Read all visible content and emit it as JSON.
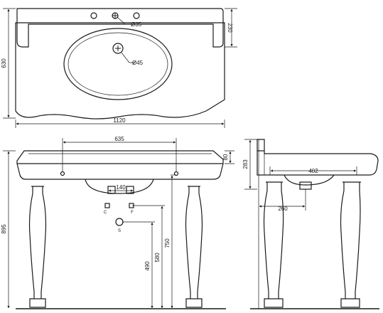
{
  "dims": {
    "top_width": "1120",
    "top_depth": "630",
    "back_height": "230",
    "tap_hole": "Ø35",
    "drain_hole": "Ø45",
    "front_span": "635",
    "rim_height": "80",
    "trap_width": "140",
    "overall_height": "895",
    "h_750": "750",
    "h_580": "580",
    "h_490": "490",
    "side_height": "283",
    "side_402": "402",
    "side_260": "260"
  },
  "markers": {
    "c": "C",
    "f": "F",
    "s": "S"
  },
  "colors": {
    "line": "#1a1a1a",
    "background": "#ffffff"
  }
}
